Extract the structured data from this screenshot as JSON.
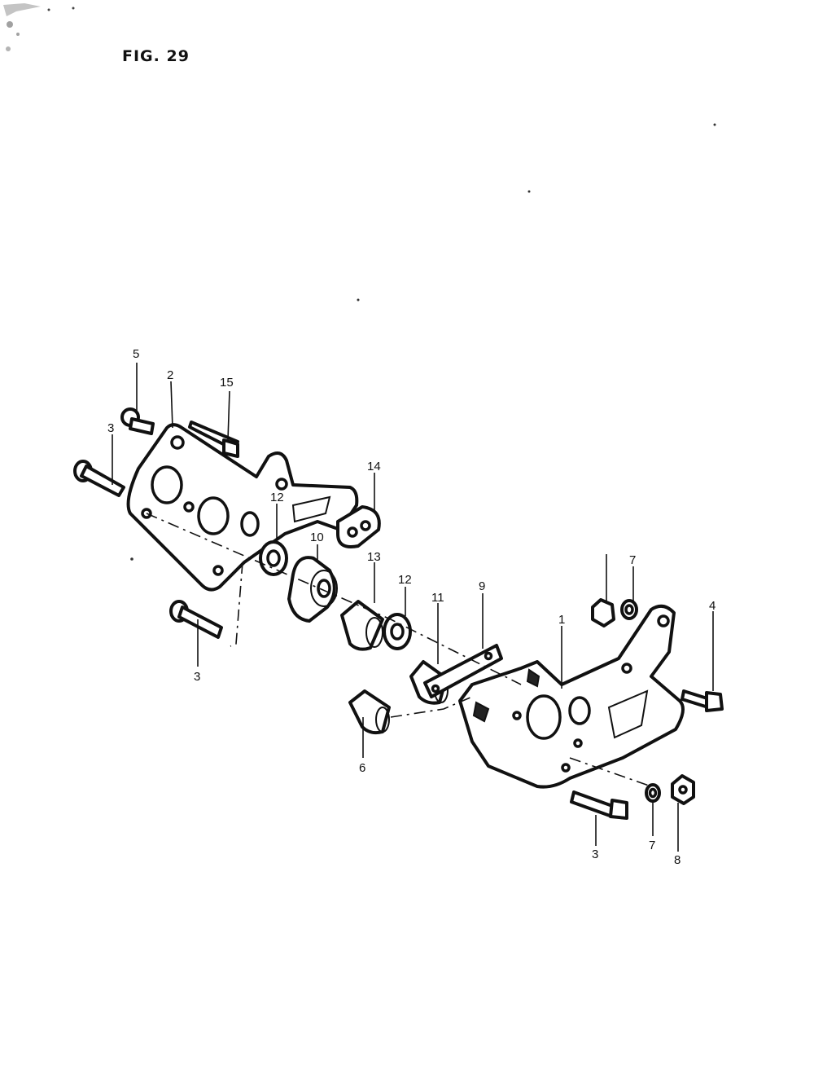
{
  "figure": {
    "title": "FIG. 29"
  },
  "callouts": {
    "c1": "1",
    "c2": "2",
    "c3a": "3",
    "c3b": "3",
    "c3c": "3",
    "c4": "4",
    "c5": "5",
    "c6": "6",
    "c7a": "7",
    "c7b": "7",
    "c8": "8",
    "c9": "9",
    "c10": "10",
    "c11": "11",
    "c12a": "12",
    "c12b": "12",
    "c13": "13",
    "c14": "14",
    "c15": "15"
  }
}
